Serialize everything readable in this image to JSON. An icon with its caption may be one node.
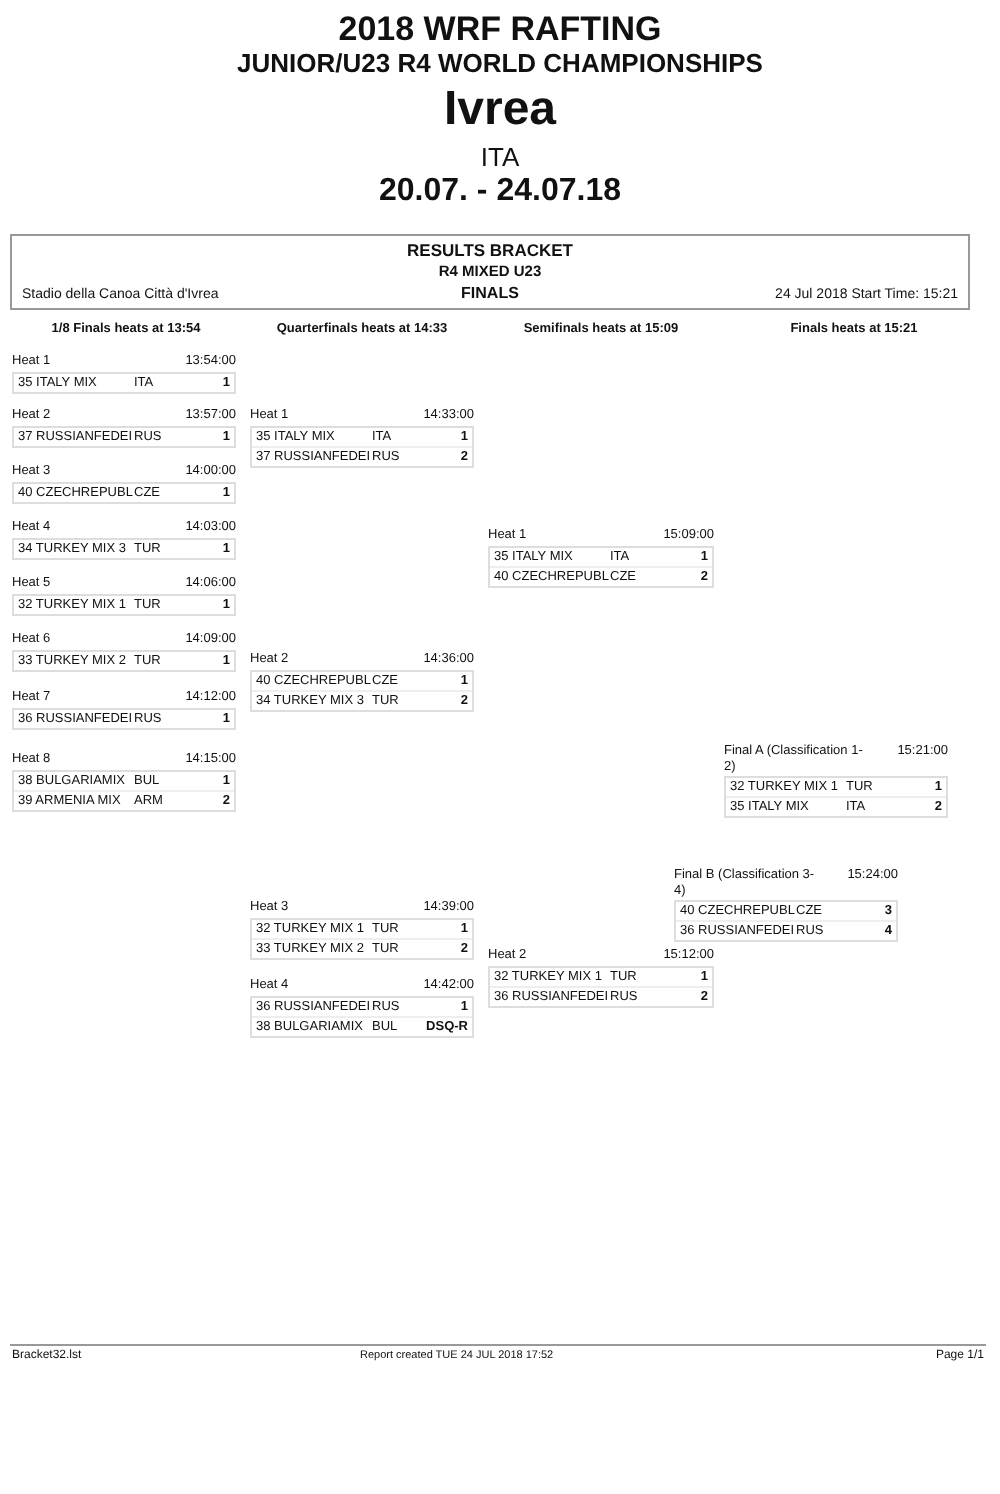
{
  "diagram": {
    "title": "2018 WRF RAFTING",
    "nodes": [
      {
        "text": [
          "RESULTS BRACKET",
          "R4 MIXED U23",
          "Stadio della Canoa Città d'Ivrea",
          "FINALS",
          "24 Jul 2018 Start Time: 15:21"
        ]
      },
      {
        "text": [
          "Heat 1",
          "13:54:00",
          "35 ITALY MIX",
          "ITA",
          "1"
        ]
      },
      {
        "text": [
          "Heat 2",
          "13:57:00",
          "37 RUSSIANFEDEI",
          "RUS",
          "1"
        ]
      },
      {
        "text": [
          "Heat 3",
          "14:00:00",
          "40 CZECHREPUBL",
          "CZE",
          "1"
        ]
      },
      {
        "text": [
          "Heat 4",
          "14:03:00",
          "34 TURKEY MIX 3",
          "TUR",
          "1"
        ]
      },
      {
        "text": [
          "Heat 5",
          "14:06:00",
          "32 TURKEY MIX 1",
          "TUR",
          "1"
        ]
      },
      {
        "text": [
          "Heat 6",
          "14:09:00",
          "33 TURKEY MIX 2",
          "TUR",
          "1"
        ]
      },
      {
        "text": [
          "Heat 7",
          "14:12:00",
          "36 RUSSIANFEDEI",
          "RUS",
          "1"
        ]
      },
      {
        "text": [
          "Heat 8",
          "14:15:00",
          "38 BULGARIAMIX",
          "BUL",
          "1",
          "39 ARMENIA MIX",
          "ARM",
          "2"
        ]
      },
      {
        "text": [
          "Heat 1",
          "14:33:00",
          "35 ITALY MIX",
          "ITA",
          "1",
          "37 RUSSIANFEDEI",
          "RUS",
          "2"
        ]
      },
      {
        "text": [
          "Heat 2",
          "14:36:00",
          "40 CZECHREPUBL",
          "CZE",
          "1",
          "34 TURKEY MIX 3",
          "TUR",
          "2"
        ]
      },
      {
        "text": [
          "Heat 3",
          "14:39:00",
          "32 TURKEY MIX 1",
          "TUR",
          "1",
          "33 TURKEY MIX 2",
          "TUR",
          "2"
        ]
      },
      {
        "text": [
          "Heat 4",
          "14:42:00",
          "36 RUSSIANFEDEI",
          "RUS",
          "1",
          "38 BULGARIAMIX",
          "BUL",
          "DSQ-R"
        ]
      },
      {
        "text": [
          "Heat 1",
          "15:09:00",
          "35 ITALY MIX",
          "ITA",
          "1",
          "40 CZECHREPUBL",
          "CZE",
          "2"
        ]
      },
      {
        "text": [
          "Heat 2",
          "15:12:00",
          "32 TURKEY MIX 1",
          "TUR",
          "1",
          "36 RUSSIANFEDEI",
          "RUS",
          "2"
        ]
      },
      {
        "text": [
          "Final A (Classification 1-2)",
          "15:21:00",
          "32 TURKEY MIX 1",
          "TUR",
          "1",
          "35 ITALY MIX",
          "ITA",
          "2"
        ]
      },
      {
        "text": [
          "Final B (Classification 3-4)",
          "15:24:00",
          "40 CZECHREPUBL",
          "CZE",
          "3",
          "36 RUSSIANFEDEI",
          "RUS",
          "4"
        ]
      }
    ],
    "edges": [],
    "labels": [
      "JUNIOR/U23 R4 WORLD CHAMPIONSHIPS",
      "Ivrea",
      "ITA",
      "20.07. - 24.07.18",
      "1/8 Finals heats at 13:54",
      "Quarterfinals heats at 14:33",
      "Semifinals heats at 15:09",
      "Finals heats at 15:21",
      "Bracket32.lst",
      "Report created TUE 24 JUL 2018 17:52",
      "Page 1/1"
    ]
  }
}
